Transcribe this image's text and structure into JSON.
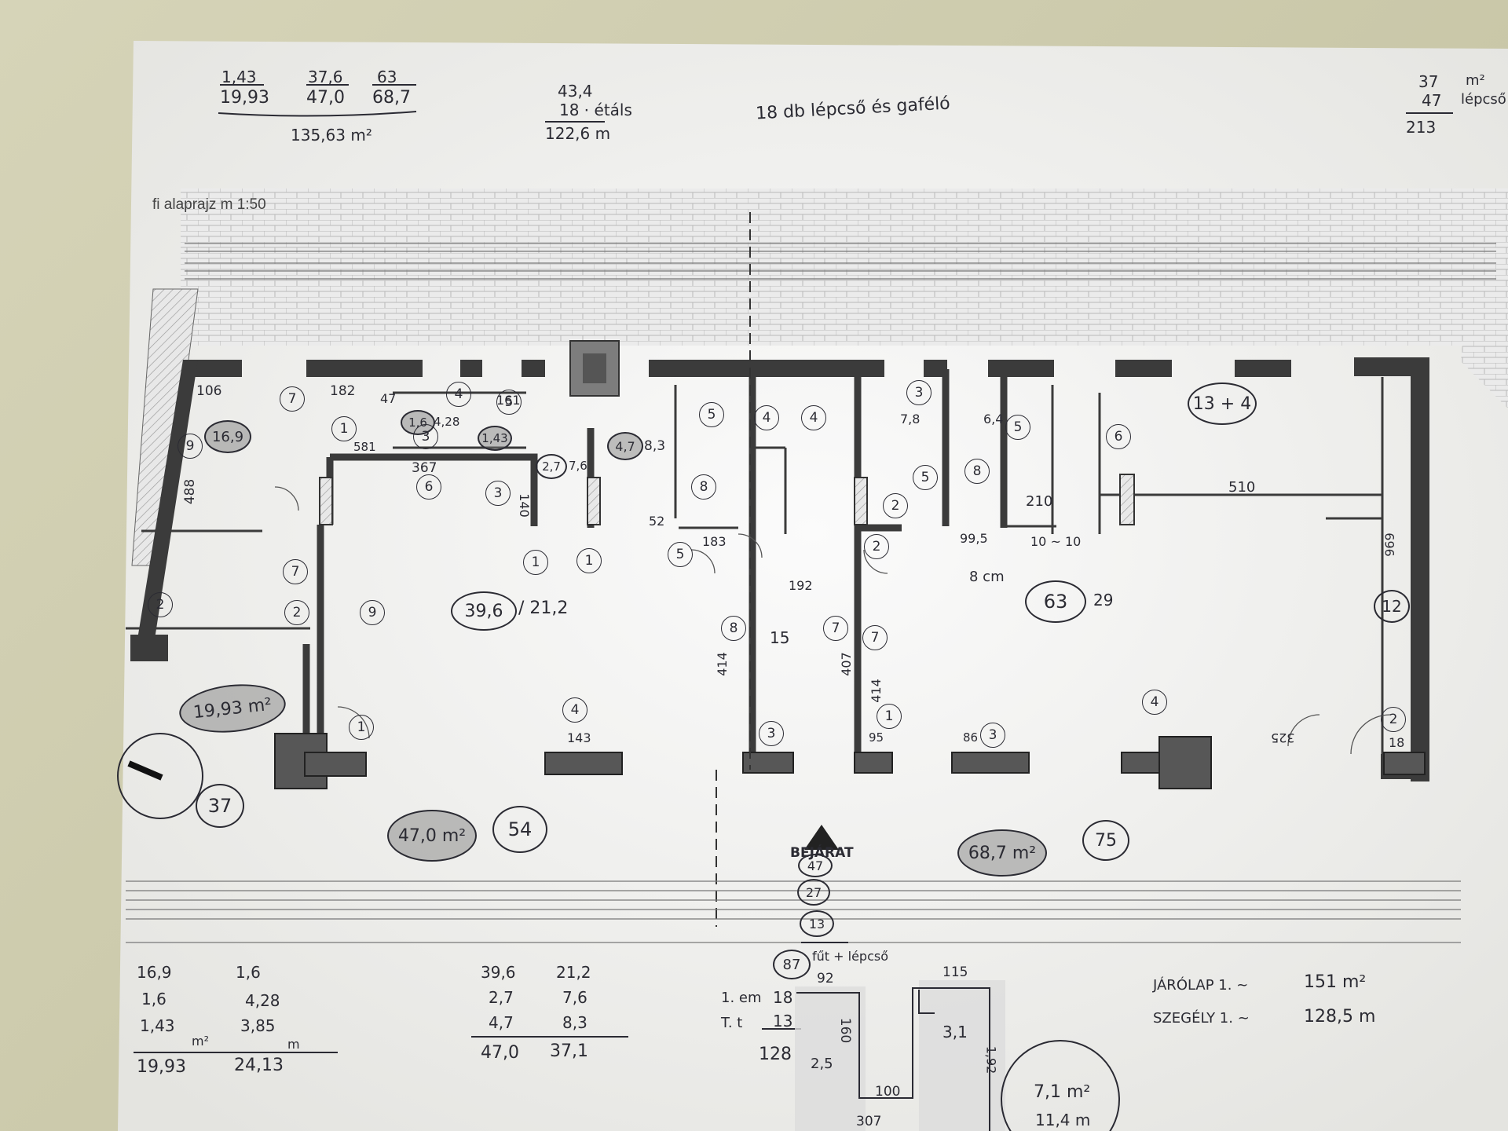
{
  "title": "fi alaprajz m 1:50",
  "entrance": "BEJÁRAT",
  "top_notes": {
    "fractions": [
      {
        "num": "1,43",
        "den": "19,93"
      },
      {
        "num": "37,6",
        "den": "47,0"
      },
      {
        "num": "63",
        "den": "68,7"
      }
    ],
    "total": "135,63 m²",
    "stair_calc": [
      "43,4",
      "18 ⋅ étáls",
      "122,6 m"
    ],
    "stair_note": "18 db lépcső és gaféló",
    "right_sum": [
      "37",
      "47",
      "213"
    ],
    "right_sum_note": [
      "m²",
      "lépcső"
    ]
  },
  "room_areas": [
    {
      "value": "16,9",
      "shaded": true
    },
    {
      "value": "1,6",
      "shaded": true
    },
    {
      "value": "1,43",
      "shaded": true
    },
    {
      "value": "2,7",
      "shaded": false
    },
    {
      "value": "4,7",
      "shaded": true
    },
    {
      "value": "39,6",
      "shaded": false
    },
    {
      "value": "63",
      "shaded": false
    },
    {
      "value": "13 + 4",
      "shaded": false
    }
  ],
  "room_side_numbers": [
    "/ 21,2",
    "29",
    "4,28",
    "7,6",
    "8,3",
    "15",
    "7,8",
    "6,4"
  ],
  "big_ovals": [
    {
      "value": "19,93 m²",
      "shaded": true
    },
    {
      "value": "47,0 m²",
      "shaded": true
    },
    {
      "value": "68,7 m²",
      "shaded": true
    },
    {
      "value": "54",
      "shaded": false
    },
    {
      "value": "75",
      "shaded": false
    },
    {
      "value": "37",
      "shaded": false
    }
  ],
  "column_marks": [
    "7",
    "1",
    "3",
    "4",
    "5",
    "6",
    "3",
    "1",
    "1",
    "9",
    "2",
    "2",
    "7",
    "1",
    "4",
    "1",
    "3",
    "3",
    "4",
    "2",
    "12",
    "5",
    "5",
    "6",
    "8",
    "8",
    "2",
    "7",
    "9",
    "4",
    "4",
    "5",
    "8",
    "1",
    "2",
    "7",
    "6",
    "5",
    "3"
  ],
  "dimension_notes": [
    "106",
    "182",
    "47",
    "161",
    "367",
    "581",
    "488",
    "140",
    "52",
    "183",
    "210",
    "510",
    "143",
    "95",
    "86",
    "192",
    "8 cm",
    "10 ~ 10",
    "99,5",
    "414",
    "407",
    "414",
    "969",
    "325",
    "18"
  ],
  "entrance_stack": [
    "47",
    "27",
    "13"
  ],
  "stair_total": {
    "value": "87",
    "note": "fűt + lépcső"
  },
  "bottom_calcs": {
    "col1": {
      "a": [
        "16,9",
        "1,6",
        "1,43"
      ],
      "b": [
        "1,6",
        "4,28",
        "3,85"
      ],
      "unit_a": "m²",
      "unit_b": "m",
      "sum_a": "19,93",
      "sum_b": "24,13"
    },
    "col2": {
      "a": [
        "39,6",
        "2,7",
        "4,7"
      ],
      "b": [
        "21,2",
        "7,6",
        "8,3"
      ],
      "sum_a": "47,0",
      "sum_b": "37,1"
    },
    "col3": {
      "rows": [
        [
          "1. em",
          "18"
        ],
        [
          "T. t",
          "13"
        ]
      ],
      "sum": "128"
    },
    "sketch": [
      "92",
      "115",
      "160",
      "2,5",
      "100",
      "3,1",
      "1,92",
      "307",
      "7,1 m²",
      "11,4 m"
    ],
    "summary": [
      {
        "label": "JÁRÓLAP 1. ~",
        "value": "151 m²"
      },
      {
        "label": "SZEGÉLY 1. ~",
        "value": "128,5 m"
      }
    ]
  }
}
